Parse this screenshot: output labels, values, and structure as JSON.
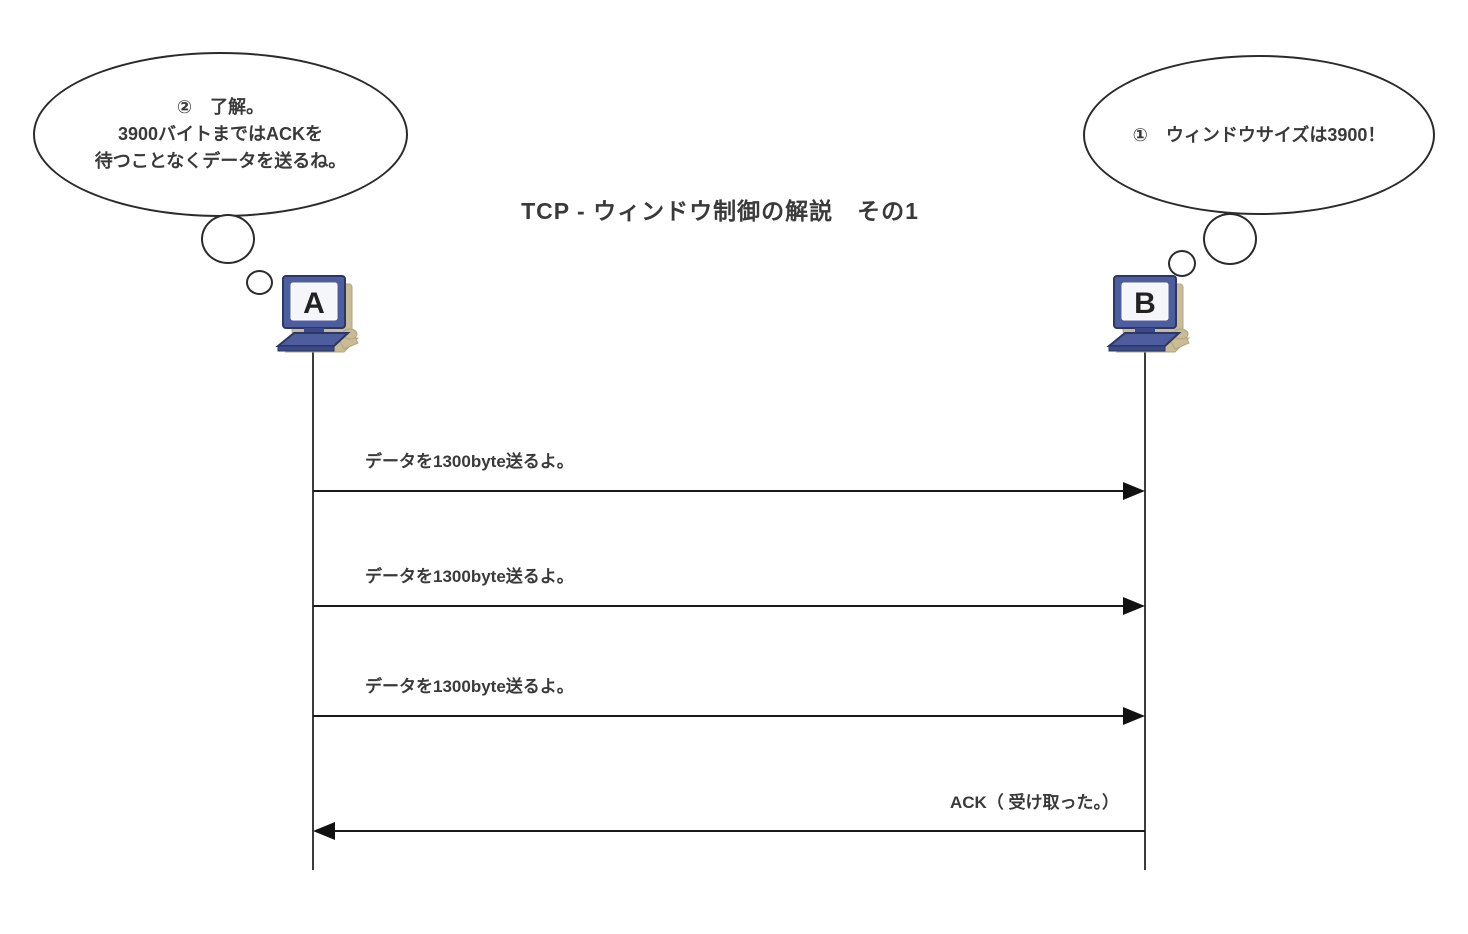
{
  "title": "TCP - ウィンドウ制御の解説　その1",
  "bubbles": {
    "left": {
      "lines": [
        "②　了解。",
        "3900バイトまではACKを",
        "待つことなくデータを送るね。"
      ]
    },
    "right": {
      "text": "①　ウィンドウサイズは3900！"
    }
  },
  "hosts": {
    "a": "A",
    "b": "B"
  },
  "messages": [
    {
      "label": "データを1300byte送るよ。",
      "direction": "a-to-b"
    },
    {
      "label": "データを1300byte送るよ。",
      "direction": "a-to-b"
    },
    {
      "label": "データを1300byte送るよ。",
      "direction": "a-to-b"
    },
    {
      "label": "ACK（ 受け取った。）",
      "direction": "b-to-a"
    }
  ],
  "colors": {
    "line": "#1a1a1a",
    "text": "#3a3a3a",
    "computer_body": "#4d5d9d",
    "computer_border": "#2c3763",
    "computer_screen": "#f4f6fa",
    "computer_shadow": "#c8bb95"
  }
}
